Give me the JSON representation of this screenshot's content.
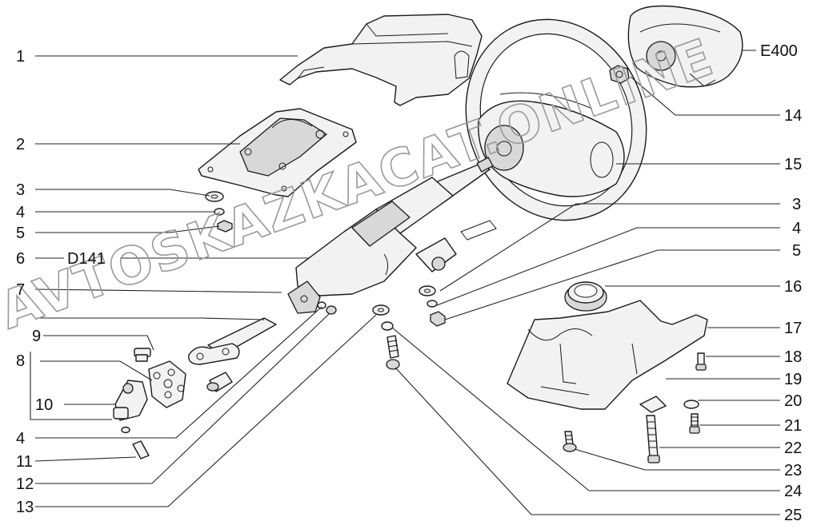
{
  "labels": {
    "l1": "1",
    "l2": "2",
    "l3a": "3",
    "l4a": "4",
    "l5a": "5",
    "l6": "6",
    "d141": "D141",
    "l7": "7",
    "l9": "9",
    "l8": "8",
    "l10": "10",
    "l4b": "4",
    "l11": "11",
    "l12": "12",
    "l13": "13",
    "e400": "E400",
    "l14": "14",
    "l15": "15",
    "l3b": "3",
    "l4c": "4",
    "l5b": "5",
    "l16": "16",
    "l17": "17",
    "l18": "18",
    "l19": "19",
    "l20": "20",
    "l21": "21",
    "l22": "22",
    "l23": "23",
    "l24": "24",
    "l25": "25"
  },
  "watermark": "AVTOSKAZKACAT.ONLINE"
}
